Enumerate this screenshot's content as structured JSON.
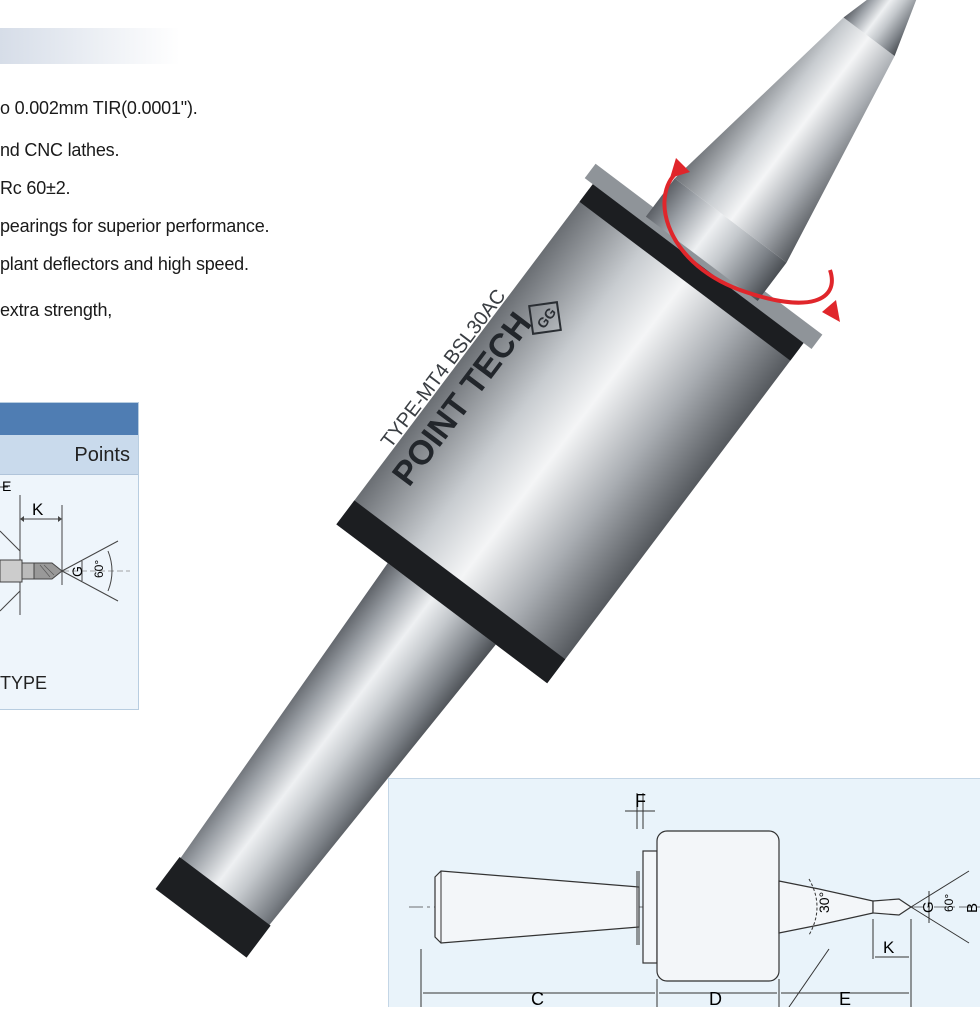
{
  "features": [
    "o 0.002mm TIR(0.0001\").",
    "nd CNC lathes.",
    "Rc 60±2.",
    "pearings for superior performance.",
    "plant deflectors and high speed.",
    "extra strength,"
  ],
  "left_panel": {
    "subheader": "Points",
    "dimension_k": "K",
    "dimension_e_partial": "E",
    "dimension_g": "G",
    "angle": "60°",
    "type_label": "TYPE"
  },
  "product": {
    "brand": "POINT TECH",
    "model": "TYPE-MT4 BSL30AC",
    "logo_text": "GG"
  },
  "drawing": {
    "labels": {
      "c": "C",
      "d": "D",
      "e": "E",
      "f": "F",
      "g": "G",
      "k": "K",
      "b": "B"
    },
    "angle_30": "30°",
    "angle_60": "60°"
  },
  "colors": {
    "accent_blue": "#4f7db3",
    "arrow_red": "#e0262b",
    "panel_bg": "#e9f3fa"
  }
}
